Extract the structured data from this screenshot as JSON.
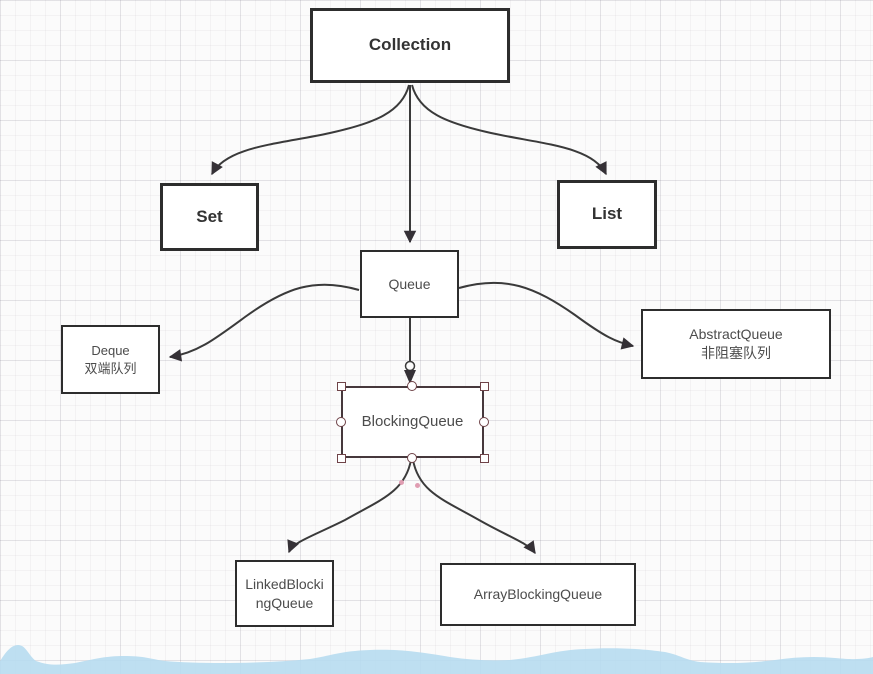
{
  "diagram": {
    "nodes": {
      "collection": {
        "label": "Collection"
      },
      "set": {
        "label": "Set"
      },
      "list": {
        "label": "List"
      },
      "queue": {
        "label": "Queue"
      },
      "deque": {
        "lines": [
          "Deque",
          "双端队列"
        ]
      },
      "abstract_queue": {
        "lines": [
          "AbstractQueue",
          "非阻塞队列"
        ]
      },
      "blocking_queue": {
        "label": "BlockingQueue",
        "selected": true
      },
      "linked_blocking_queue": {
        "lines": [
          "LinkedBlocki",
          "ngQueue"
        ]
      },
      "array_blocking_queue": {
        "label": "ArrayBlockingQueue"
      }
    },
    "edges": [
      {
        "from": "Collection",
        "to": "Set"
      },
      {
        "from": "Collection",
        "to": "Queue"
      },
      {
        "from": "Collection",
        "to": "List"
      },
      {
        "from": "Queue",
        "to": "Deque"
      },
      {
        "from": "Queue",
        "to": "BlockingQueue"
      },
      {
        "from": "Queue",
        "to": "AbstractQueue"
      },
      {
        "from": "BlockingQueue",
        "to": "LinkedBlockingQueue"
      },
      {
        "from": "BlockingQueue",
        "to": "ArrayBlockingQueue"
      }
    ],
    "colors": {
      "connector": "#3a3a3a",
      "node_border": "#2d2d2d",
      "selected_border": "#46383c",
      "handle_border": "#6f4348",
      "connection_dot": "#e09db2",
      "wave_fill": "#b7dcef",
      "canvas_bg": "#fbfbfb"
    }
  }
}
